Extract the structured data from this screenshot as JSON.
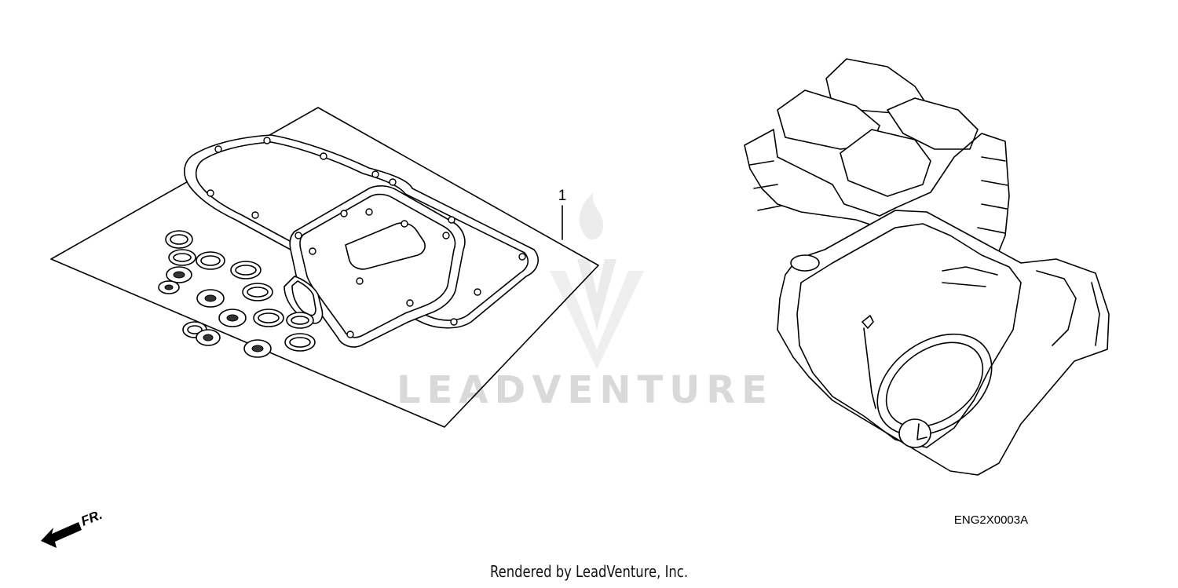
{
  "diagram": {
    "callout_number": "1",
    "diagram_code": "ENG2X0003A",
    "direction_label": "FR.",
    "watermark_text": "LEADVENTURE",
    "footer_text": "Rendered by LeadVenture, Inc."
  },
  "icons": {
    "direction_arrow": "front-direction-arrow-icon",
    "watermark_logo": "flame-logo-icon"
  },
  "colors": {
    "line": "#000000",
    "watermark": "#d9d9d9",
    "background": "#ffffff"
  }
}
